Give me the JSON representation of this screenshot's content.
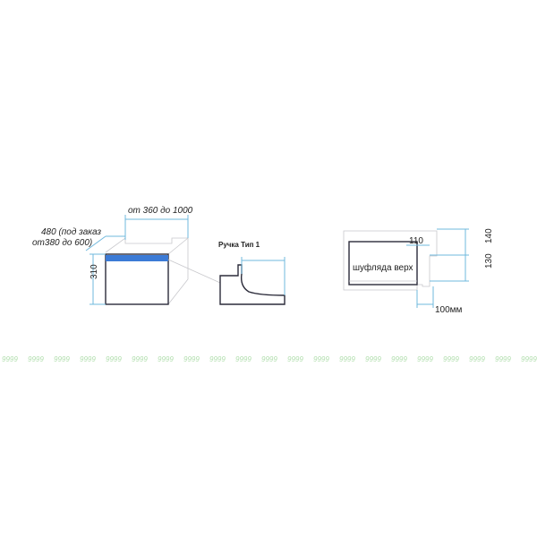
{
  "diagram": {
    "left_view": {
      "width_label": "от 360 до 1000",
      "depth_label_line1": "480 (под заказ",
      "depth_label_line2": "от380 до 600)",
      "height_label": "310",
      "band_color": "#3c7bd6"
    },
    "handle": {
      "label": "Ручка Тип 1"
    },
    "right_view": {
      "drawer_label": "шуфляда верх",
      "dim_110": "110",
      "dim_140": "140",
      "dim_130": "130",
      "dim_100": "100мм"
    },
    "watermark": {
      "text": "9999",
      "color": "#8fd08a"
    },
    "colors": {
      "dimension": "#6fb8dd",
      "outline": "#2b2b3a"
    }
  }
}
